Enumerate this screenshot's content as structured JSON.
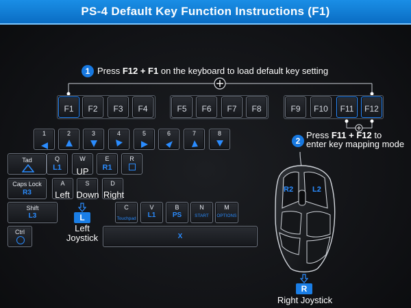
{
  "title": "PS-4 Default Key Function Instructions (F1)",
  "step1": {
    "number": "1",
    "pre": "Press ",
    "keys": "F12 + F1",
    "post": " on the keyboard to load default key setting"
  },
  "step2": {
    "number": "2",
    "pre": "Press ",
    "keys": "F11 + F12",
    "post": " to",
    "line2": "enter key mapping mode"
  },
  "fkeys": [
    "F1",
    "F2",
    "F3",
    "F4",
    "F5",
    "F6",
    "F7",
    "F8",
    "F9",
    "F10",
    "F11",
    "F12"
  ],
  "number_keys": [
    "1",
    "2",
    "3",
    "4",
    "5",
    "6",
    "7",
    "8"
  ],
  "keys": {
    "tab": {
      "label": "Tad"
    },
    "q": {
      "label": "Q",
      "value": "L1"
    },
    "w": {
      "label": "W",
      "value": "UP"
    },
    "e": {
      "label": "E",
      "value": "R1"
    },
    "r": {
      "label": "R"
    },
    "caps": {
      "label": "Caps Lock",
      "value": "R3"
    },
    "a": {
      "label": "A",
      "value": "Left"
    },
    "s": {
      "label": "S",
      "value": "Down"
    },
    "d": {
      "label": "D",
      "value": "Right"
    },
    "shift": {
      "label": "Shift",
      "value": "L3"
    },
    "c": {
      "label": "C",
      "value": "Touchpad"
    },
    "v": {
      "label": "V",
      "value": "L1"
    },
    "b": {
      "label": "B",
      "value": "PS"
    },
    "n": {
      "label": "N",
      "value": "START"
    },
    "m": {
      "label": "M",
      "value": "OPTIONS"
    },
    "ctrl": {
      "label": "Ctrl"
    },
    "space": {
      "label": "X"
    }
  },
  "left_joystick": {
    "badge": "L",
    "line1": "Left",
    "line2": "Joystick"
  },
  "mouse": {
    "r2": "R2",
    "l2": "L2"
  },
  "right_joystick": {
    "badge": "R",
    "label": "Right Joystick"
  },
  "colors": {
    "accent": "#1a7ee6",
    "title_bg": "#0a6dc4",
    "highlight": "#2a8cff"
  }
}
